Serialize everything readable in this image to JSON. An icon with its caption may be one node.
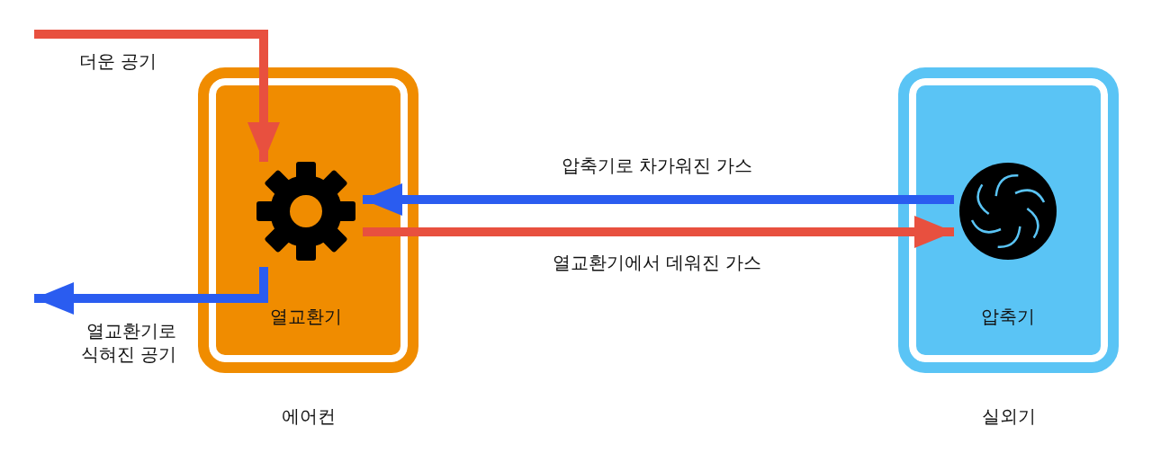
{
  "diagram": {
    "nodes": [
      {
        "text": [
          "에어컨"
        ]
      },
      {
        "text": [
          "열교환기"
        ],
        "in": 0
      },
      {
        "text": [
          "실외기"
        ]
      },
      {
        "text": [
          "압축기"
        ],
        "in": 2
      }
    ],
    "edges": [
      {
        "from": null,
        "to": 1,
        "arrow": "to",
        "label": "더운 공기",
        "color": "#e8503f"
      },
      {
        "from": 1,
        "to": null,
        "arrow": "to",
        "label": "열교환기로 식혀진 공기",
        "color": "#2a5cf0"
      },
      {
        "from": 3,
        "to": 1,
        "arrow": "to",
        "label": "압축기로 차가워진 가스",
        "color": "#2a5cf0"
      },
      {
        "from": 1,
        "to": 3,
        "arrow": "to",
        "label": "열교환기에서 데워진 가스",
        "color": "#e8503f"
      }
    ]
  }
}
